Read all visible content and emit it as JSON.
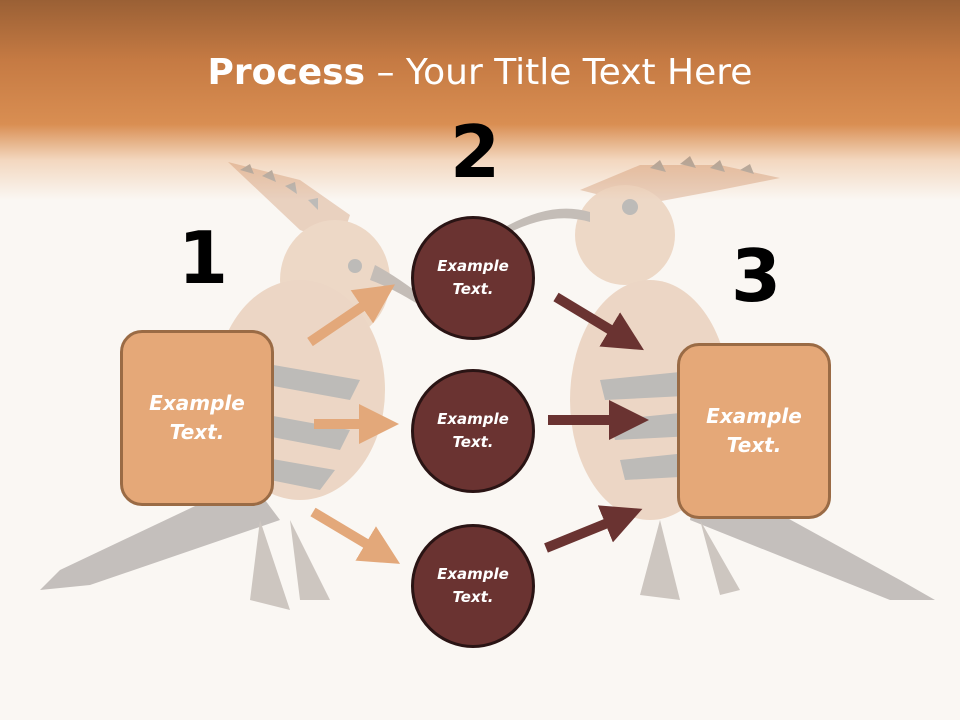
{
  "title": {
    "bold": "Process",
    "rest": " – Your Title Text Here"
  },
  "steps": {
    "one": "1",
    "two": "2",
    "three": "3"
  },
  "left_box": {
    "line1": "Example",
    "line2": "Text."
  },
  "right_box": {
    "line1": "Example",
    "line2": "Text."
  },
  "circles": [
    {
      "line1": "Example",
      "line2": "Text."
    },
    {
      "line1": "Example",
      "line2": "Text."
    },
    {
      "line1": "Example",
      "line2": "Text."
    }
  ],
  "colors": {
    "header": "#d98e52",
    "box_fill": "#e5a878",
    "box_border": "#9a6b45",
    "circle_fill": "#6a3331",
    "arrow_light": "#e3a87a",
    "arrow_dark": "#6a3331"
  },
  "background_image": "hoopoe-birds-watermark"
}
